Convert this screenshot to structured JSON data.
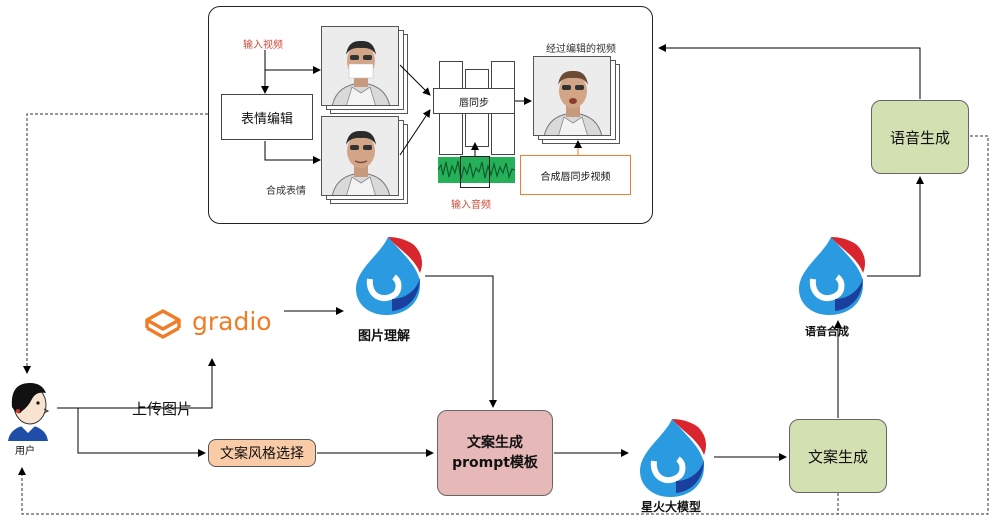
{
  "panel": {
    "input_video": "输入视频",
    "expression_edit": "表情编辑",
    "synth_expression": "合成表情",
    "lip_sync": "唇同步",
    "edited_video": "经过编辑的视频",
    "input_audio": "输入音频",
    "synth_lip_video": "合成唇同步视频"
  },
  "nodes": {
    "gradio": "gradio",
    "image_understanding": "图片理解",
    "upload_image": "上传图片",
    "user": "用户",
    "style_select": "文案风格选择",
    "copy_prompt_line1": "文案生成",
    "copy_prompt_line2": "prompt模板",
    "spark_model": "星火大模型",
    "copy_gen": "文案生成",
    "tts_icon_label": "语音合成",
    "tts_box": "语音生成"
  },
  "colors": {
    "style_fill": "#f9cba6",
    "prompt_fill": "#e6b8b7",
    "green_fill": "#d3e0b2",
    "red_label": "#d04b3a",
    "gradio_orange": "#f07c26",
    "orange_border": "#ed7d31"
  }
}
